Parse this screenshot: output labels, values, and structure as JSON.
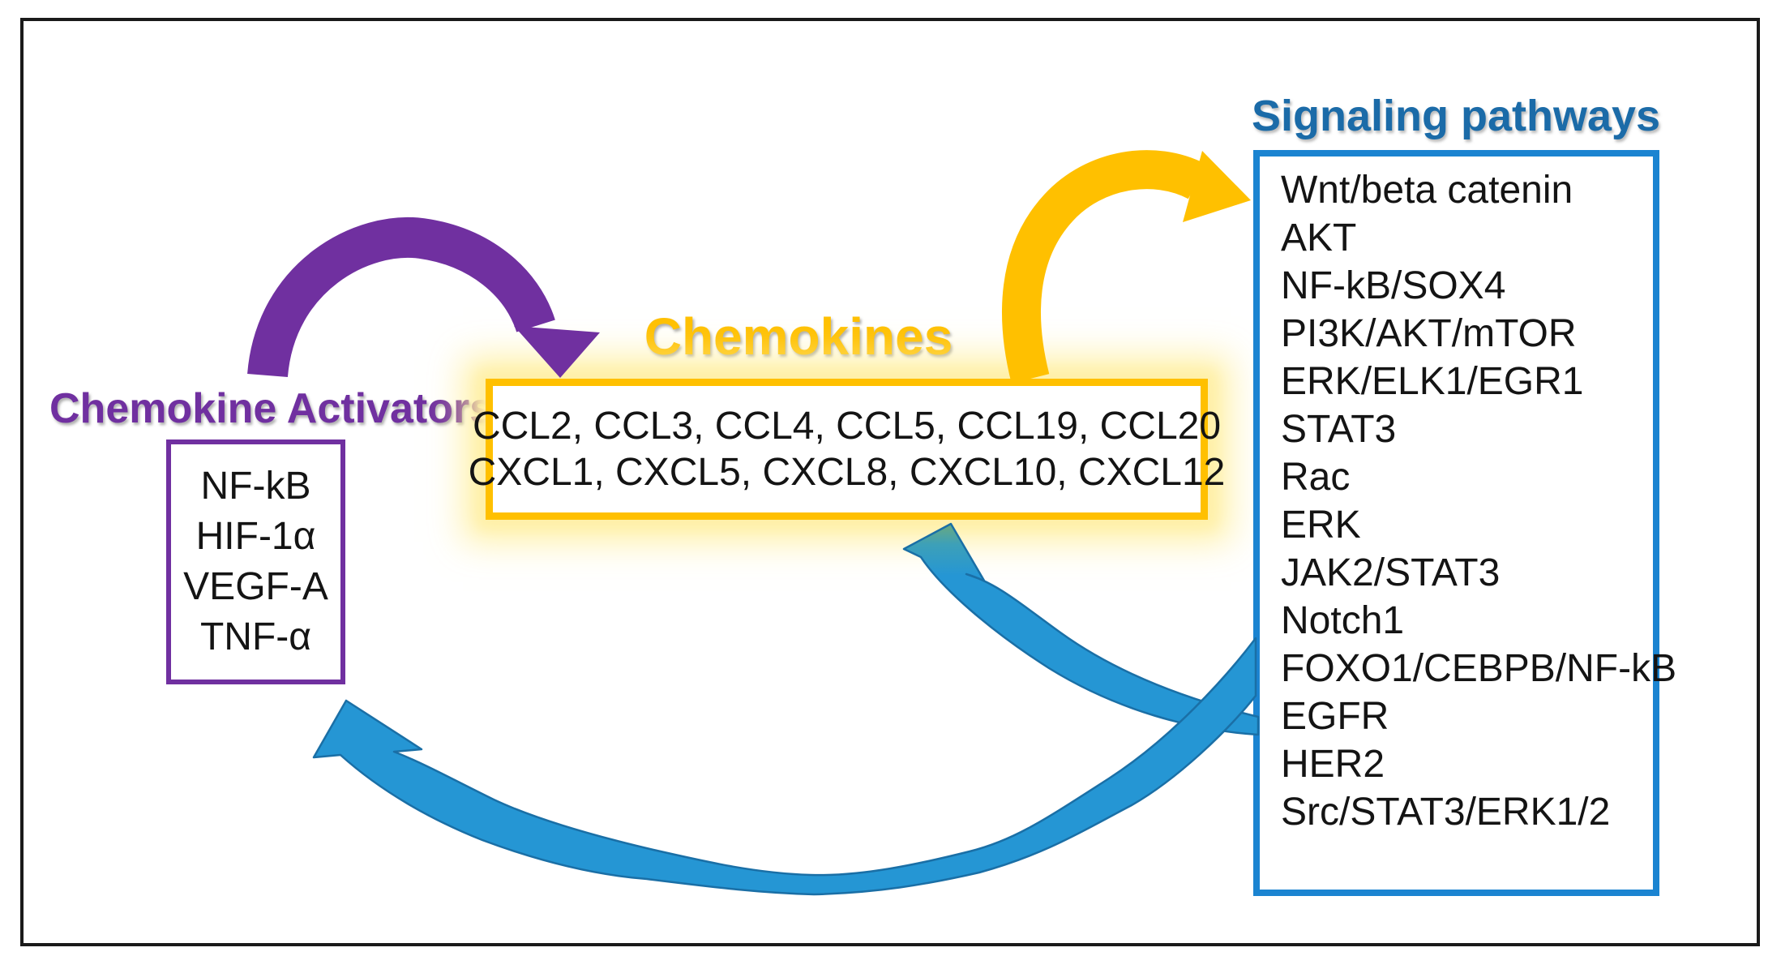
{
  "diagram": {
    "activators": {
      "title": "Chemokine Activators",
      "color": "#7030A0",
      "items": [
        "NF-kB",
        "HIF-1α",
        "VEGF-A",
        "TNF-α"
      ]
    },
    "chemokines": {
      "title": "Chemokines",
      "color": "#FFC000",
      "lines": [
        "CCL2, CCL3, CCL4, CCL5, CCL19, CCL20",
        "CXCL1, CXCL5, CXCL8, CXCL10, CXCL12"
      ]
    },
    "pathways": {
      "title": "Signaling pathways",
      "title_color": "#1B6BA8",
      "border_color": "#1B84D1",
      "items": [
        "Wnt/beta catenin",
        "AKT",
        "NF-kB/SOX4",
        "PI3K/AKT/mTOR",
        "ERK/ELK1/EGR1",
        "STAT3",
        "Rac",
        "ERK",
        "JAK2/STAT3",
        "Notch1",
        "FOXO1/CEBPB/NF-kB",
        "EGFR",
        "HER2",
        "Src/STAT3/ERK1/2"
      ]
    },
    "arrows": {
      "activators_to_chemokines_color": "#7030A0",
      "chemokines_to_pathways_color": "#FFC000",
      "pathways_feedback_color": "#2596D4"
    }
  }
}
